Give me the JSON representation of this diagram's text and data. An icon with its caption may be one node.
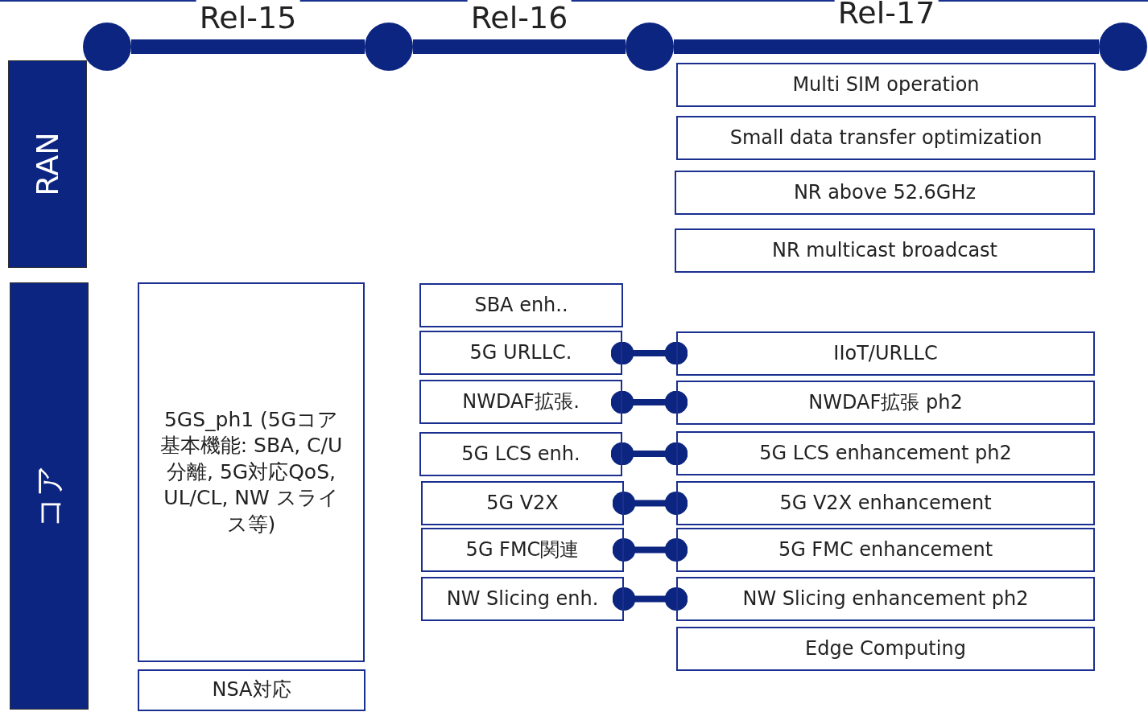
{
  "diagram": {
    "nodes": [
      {
        "text": [
          "RAN"
        ]
      },
      {
        "text": [
          "コア"
        ]
      },
      {
        "text": [
          "5GS_ph1 (5Gコア基本機能: SBA, C/U分離, 5G対応QoS, UL/CL, NW スライス等)"
        ]
      },
      {
        "text": [
          "NSA対応"
        ]
      },
      {
        "text": [
          "SBA enh.."
        ]
      },
      {
        "text": [
          "5G URLLC."
        ]
      },
      {
        "text": [
          "NWDAF拡張."
        ]
      },
      {
        "text": [
          "5G LCS enh."
        ]
      },
      {
        "text": [
          "5G V2X"
        ]
      },
      {
        "text": [
          "5G FMC関連"
        ]
      },
      {
        "text": [
          "NW Slicing enh."
        ]
      },
      {
        "text": [
          "Multi SIM operation"
        ]
      },
      {
        "text": [
          "Small data transfer optimization"
        ]
      },
      {
        "text": [
          "NR above 52.6GHz"
        ]
      },
      {
        "text": [
          "NR multicast broadcast"
        ]
      },
      {
        "text": [
          "IIoT/URLLC"
        ]
      },
      {
        "text": [
          "NWDAF拡張 ph2"
        ]
      },
      {
        "text": [
          "5G LCS enhancement ph2"
        ]
      },
      {
        "text": [
          "5G V2X enhancement"
        ]
      },
      {
        "text": [
          "5G FMC enhancement"
        ]
      },
      {
        "text": [
          "NW Slicing enhancement ph2"
        ]
      },
      {
        "text": [
          "Edge Computing"
        ]
      },
      {
        "text": [],
        "shape": "circle"
      },
      {
        "text": [],
        "shape": "circle"
      },
      {
        "text": [],
        "shape": "circle"
      },
      {
        "text": [],
        "shape": "circle"
      }
    ],
    "edges": [
      {
        "from": 22,
        "to": 23,
        "arrow": "none",
        "label": "Rel-15",
        "style": "thick"
      },
      {
        "from": 23,
        "to": 24,
        "arrow": "none",
        "label": "Rel-16",
        "style": "thick"
      },
      {
        "from": 24,
        "to": 25,
        "arrow": "none",
        "label": "Rel-17",
        "style": "thick"
      },
      {
        "from": 5,
        "to": 15,
        "arrow": "other"
      },
      {
        "from": 6,
        "to": 16,
        "arrow": "other"
      },
      {
        "from": 7,
        "to": 17,
        "arrow": "other"
      },
      {
        "from": 8,
        "to": 18,
        "arrow": "other"
      },
      {
        "from": 9,
        "to": 19,
        "arrow": "other"
      },
      {
        "from": 10,
        "to": 20,
        "arrow": "other"
      }
    ]
  }
}
